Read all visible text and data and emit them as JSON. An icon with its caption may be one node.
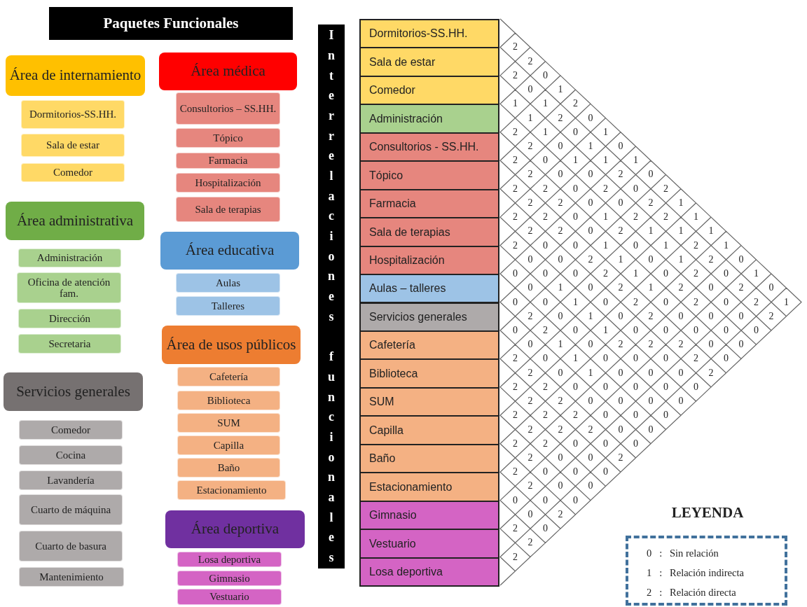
{
  "diagram": {
    "title": "Paquetes Funcionales",
    "nodes": [
      {
        "text": [
          "Área de internamiento"
        ]
      },
      {
        "text": [
          "Dormitorios-SS.HH."
        ]
      },
      {
        "text": [
          "Sala de estar"
        ]
      },
      {
        "text": [
          "Comedor"
        ]
      },
      {
        "text": [
          "Área administrativa"
        ]
      },
      {
        "text": [
          "Administración"
        ]
      },
      {
        "text": [
          "Oficina de atención fam."
        ]
      },
      {
        "text": [
          "Dirección"
        ]
      },
      {
        "text": [
          "Secretaria"
        ]
      },
      {
        "text": [
          "Servicios generales"
        ]
      },
      {
        "text": [
          "Comedor"
        ]
      },
      {
        "text": [
          "Cocina"
        ]
      },
      {
        "text": [
          "Lavandería"
        ]
      },
      {
        "text": [
          "Cuarto de máquina"
        ]
      },
      {
        "text": [
          "Cuarto de basura"
        ]
      },
      {
        "text": [
          "Mantenimiento"
        ]
      },
      {
        "text": [
          "Área médica"
        ]
      },
      {
        "text": [
          "Consultorios – SS.HH."
        ]
      },
      {
        "text": [
          "Tópico"
        ]
      },
      {
        "text": [
          "Farmacia"
        ]
      },
      {
        "text": [
          "Hospitalización"
        ]
      },
      {
        "text": [
          "Sala de terapias"
        ]
      },
      {
        "text": [
          "Área educativa"
        ]
      },
      {
        "text": [
          "Aulas"
        ]
      },
      {
        "text": [
          "Talleres"
        ]
      },
      {
        "text": [
          "Área de usos públicos"
        ]
      },
      {
        "text": [
          "Cafetería"
        ]
      },
      {
        "text": [
          "Biblioteca"
        ]
      },
      {
        "text": [
          "SUM"
        ]
      },
      {
        "text": [
          "Capilla"
        ]
      },
      {
        "text": [
          "Baño"
        ]
      },
      {
        "text": [
          "Estacionamiento"
        ]
      },
      {
        "text": [
          "Área deportiva"
        ]
      },
      {
        "text": [
          "Losa deportiva"
        ]
      },
      {
        "text": [
          "Gimnasio"
        ]
      },
      {
        "text": [
          "Vestuario"
        ]
      },
      {
        "text": [
          "Interrelaciones funcionales"
        ]
      },
      {
        "text": [
          "Dormitorios-SS.HH."
        ]
      },
      {
        "text": [
          "Sala de estar"
        ]
      },
      {
        "text": [
          "Comedor"
        ]
      },
      {
        "text": [
          "Administración"
        ]
      },
      {
        "text": [
          "Consultorios - SS.HH."
        ]
      },
      {
        "text": [
          "Tópico"
        ]
      },
      {
        "text": [
          "Farmacia"
        ]
      },
      {
        "text": [
          "Sala de terapias"
        ]
      },
      {
        "text": [
          "Hospitalización"
        ]
      },
      {
        "text": [
          "Aulas – talleres"
        ]
      },
      {
        "text": [
          "Servicios generales"
        ]
      },
      {
        "text": [
          "Cafetería"
        ]
      },
      {
        "text": [
          "Biblioteca"
        ]
      },
      {
        "text": [
          "SUM"
        ]
      },
      {
        "text": [
          "Capilla"
        ]
      },
      {
        "text": [
          "Baño"
        ]
      },
      {
        "text": [
          "Estacionamiento"
        ]
      },
      {
        "text": [
          "Gimnasio"
        ]
      },
      {
        "text": [
          "Vestuario"
        ]
      },
      {
        "text": [
          "Losa deportiva"
        ]
      }
    ],
    "labels": [
      "2",
      "2",
      "2",
      "0",
      "0",
      "1",
      "1",
      "1",
      "2",
      "1",
      "2",
      "0",
      "2",
      "1",
      "0",
      "1",
      "2",
      "0",
      "1",
      "0",
      "2",
      "0",
      "1",
      "1",
      "1",
      "2",
      "0",
      "0",
      "2",
      "0",
      "2",
      "2",
      "0",
      "2",
      "0",
      "2",
      "2",
      "2",
      "0",
      "0",
      "2",
      "1",
      "2",
      "2",
      "0",
      "1",
      "2",
      "2",
      "1",
      "2",
      "2",
      "0",
      "2",
      "1",
      "1",
      "1",
      "2",
      "0",
      "0",
      "1",
      "0",
      "1",
      "2",
      "1",
      "0",
      "0",
      "2",
      "1",
      "0",
      "1",
      "2",
      "0",
      "0",
      "0",
      "0",
      "2",
      "1",
      "0",
      "2",
      "0",
      "1",
      "0",
      "1",
      "0",
      "2",
      "1",
      "2",
      "0",
      "2",
      "0",
      "0",
      "0",
      "1",
      "0",
      "2",
      "0",
      "2",
      "0",
      "2",
      "1",
      "2",
      "0",
      "1",
      "0",
      "2",
      "0",
      "0",
      "0",
      "2",
      "0",
      "2",
      "0",
      "1",
      "0",
      "0",
      "0",
      "0",
      "0",
      "0",
      "1",
      "0",
      "2",
      "2",
      "2",
      "0",
      "0",
      "2",
      "0",
      "1",
      "0",
      "0",
      "0",
      "2",
      "0",
      "2",
      "0",
      "1",
      "0",
      "0",
      "0",
      "2",
      "2",
      "2",
      "0",
      "0",
      "0",
      "0",
      "0",
      "2",
      "2",
      "0",
      "0",
      "0",
      "0",
      "2",
      "2",
      "2",
      "0",
      "0",
      "0",
      "2",
      "2",
      "2",
      "0",
      "0",
      "2",
      "2",
      "0",
      "0",
      "0",
      "2",
      "0",
      "0",
      "2",
      "2",
      "0",
      "0",
      "0",
      "2",
      "0",
      "0",
      "0",
      "0",
      "0",
      "0",
      "2",
      "2",
      "0",
      "2",
      "2",
      "LEYENDA"
    ],
    "legend": [
      {
        "text": "0   :   Sin relación"
      },
      {
        "text": "1   :   Relación indirecta"
      },
      {
        "text": "2   :   Relación directa"
      }
    ]
  }
}
